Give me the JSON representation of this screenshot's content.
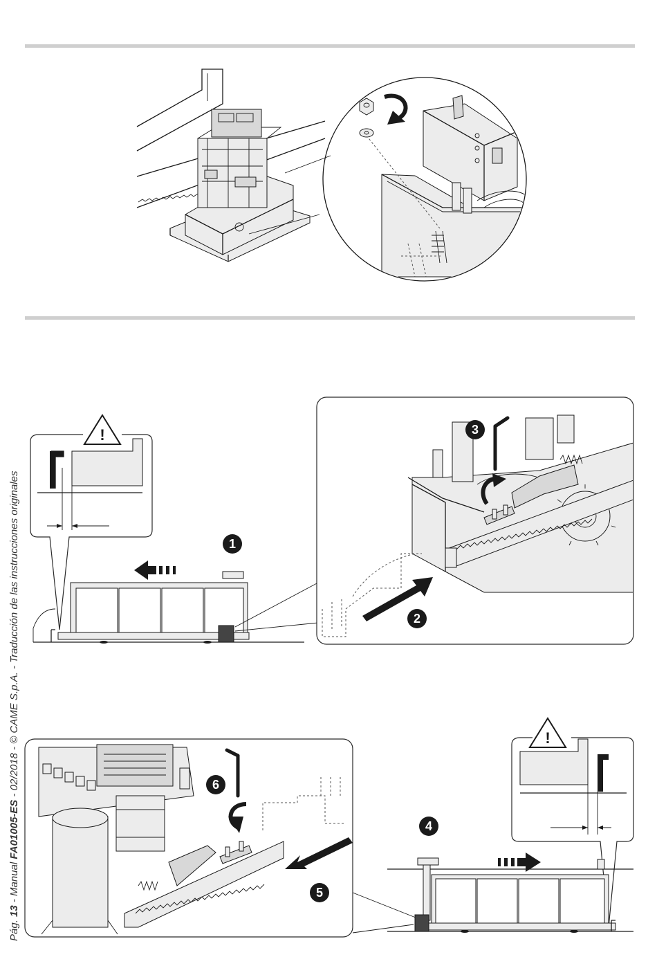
{
  "footer": {
    "page_prefix": "Pág. ",
    "page_number": "13",
    "manual_prefix": " - Manual ",
    "manual_code": "FA01005-ES",
    "rest": " - 02/2018 - © CAME S.p.A. - Traducción de las instrucciones originales"
  },
  "steps": {
    "s1": "1",
    "s2": "2",
    "s3": "3",
    "s4": "4",
    "s5": "5",
    "s6": "6"
  },
  "warning_symbol": "!",
  "icons": [
    "warning-triangle-icon",
    "rotate-arrow-icon",
    "direction-arrow-icon",
    "hex-key-icon"
  ]
}
